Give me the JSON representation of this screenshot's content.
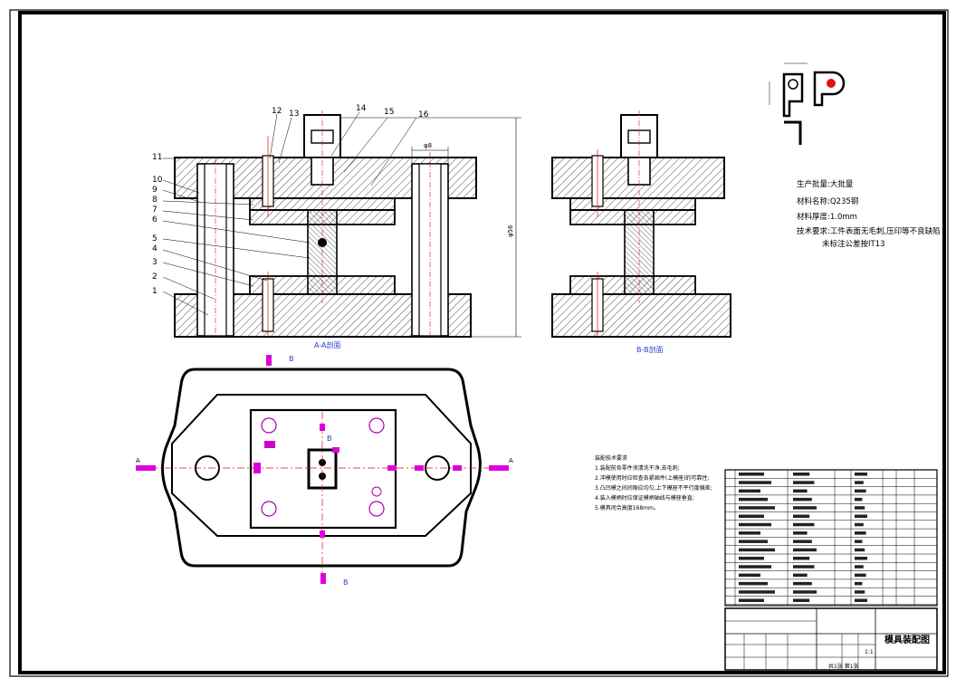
{
  "part_labels": [
    "1",
    "2",
    "3",
    "4",
    "5",
    "6",
    "7",
    "8",
    "9",
    "10",
    "11",
    "12",
    "13",
    "14",
    "15",
    "16"
  ],
  "section_labels": {
    "aa": "A-A剖面",
    "bb": "B-B剖面"
  },
  "view_markers": {
    "b_top": "B",
    "b_bottom": "B",
    "b_inner": "B",
    "a_left": "A",
    "a_right": "A"
  },
  "dims": {
    "height": "φ56",
    "top_width": "φ8"
  },
  "specs": {
    "batch": "生产批量:大批量",
    "material": "材料名称:Q235钢",
    "thickness": "材料厚度:1.0mm",
    "tech_req": "技术要求:工件表面无毛刺,压印等不良缺陷",
    "tolerance": "未标注公差按IT13"
  },
  "notes": {
    "title": "装配技术要求",
    "items": [
      "1.装配前各零件须清洗干净,去毛刺;",
      "2.冲模使用时应检查各紧固件(上模座)的可靠性;",
      "3.凸凹模之间间隙应均匀,上下模座不平行度偏差;",
      "4.装入模柄时应保证模柄轴线与模座垂直;",
      "5.模具闭合高度168mm。"
    ]
  },
  "title_block": {
    "drawing_title": "模具装配图",
    "scale": "1:1",
    "sheet": "共1张 第1张"
  }
}
